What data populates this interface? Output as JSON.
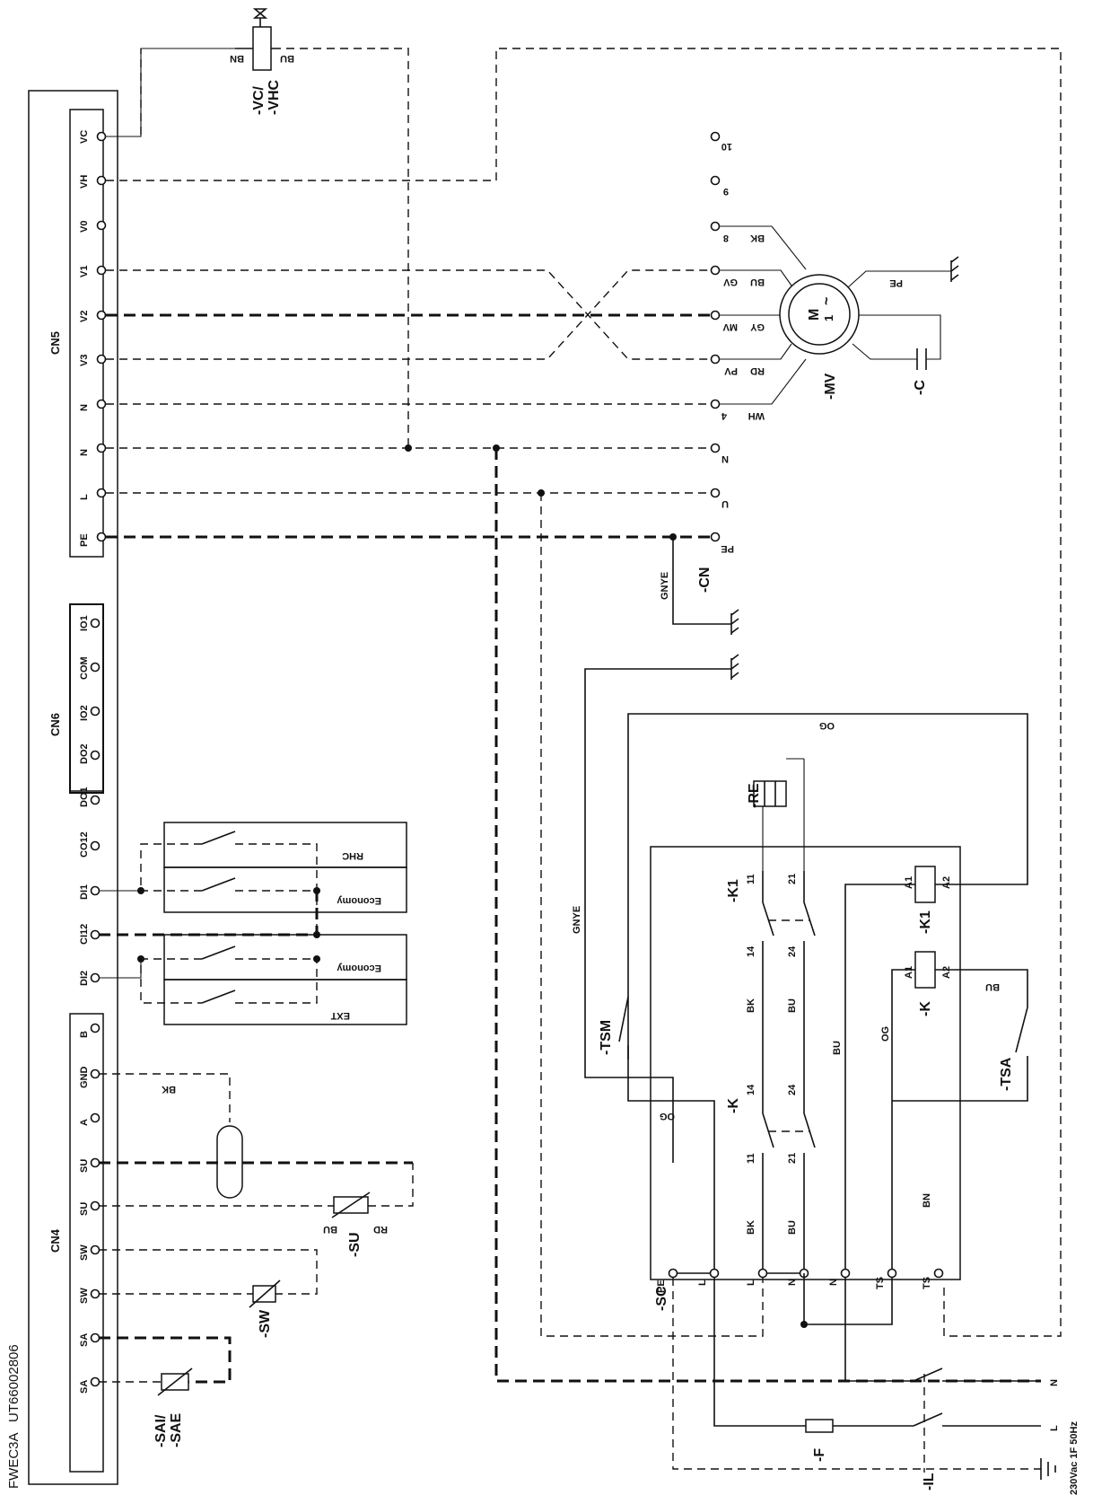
{
  "document": {
    "model": "FWEC3A",
    "code": "UT66002806",
    "supply": "230Vac 1F 50Hz"
  },
  "connectors": {
    "cn5": {
      "name": "CN5",
      "pins": [
        "VC",
        "VH",
        "V0",
        "V1",
        "V2",
        "V3",
        "N",
        "N",
        "L",
        "PE"
      ]
    },
    "cn6": {
      "name": "CN6",
      "pins": [
        "IO1",
        "COM",
        "IO2",
        "DO2",
        "DO1",
        "CO12",
        "DI1",
        "CI12",
        "DI2"
      ]
    },
    "cn4": {
      "name": "CN4",
      "pins": [
        "B",
        "GND",
        "A",
        "SU",
        "SU",
        "SW",
        "SW",
        "SA",
        "SA"
      ]
    }
  },
  "motor": {
    "tag": "-MV",
    "symbol_m": "M",
    "symbol_1": "1",
    "symbol_ac": "~",
    "capacitor_tag": "-C",
    "terminals": [
      "10",
      "9",
      "8",
      "GV",
      "MV",
      "PV",
      "4"
    ],
    "wire_colors": [
      "BK",
      "BU",
      "GY",
      "RD",
      "WH"
    ],
    "pe": "PE"
  },
  "terminal_block_cn": {
    "tag": "-CN",
    "terminals": [
      "N",
      "U",
      "PE"
    ],
    "ground_wire": "GNYE"
  },
  "valve": {
    "tag1": "-VC/",
    "tag2": "-VHC",
    "wire_bn": "BN",
    "wire_bu": "BU"
  },
  "contacts": {
    "rhc": "RHC",
    "economy1": "Economy",
    "economy2": "Economy",
    "ext": "EXT"
  },
  "sensors": {
    "su_tag": "-SU",
    "su_rd": "RD",
    "su_bu": "BU",
    "gnd_bk": "BK",
    "sw_tag": "-SW",
    "sa_tag1": "-SAI/",
    "sa_tag2": "-SAE"
  },
  "power_module": {
    "tag": "-SC",
    "terminals": [
      "PE",
      "L",
      "L",
      "N",
      "N",
      "TS",
      "TS"
    ],
    "wires": {
      "bk1": "BK",
      "bk2": "BK",
      "bu1": "BU",
      "bu2": "BU",
      "bu3": "BU",
      "bu4": "BU",
      "og1": "OG",
      "og2": "OG",
      "og3": "OG",
      "bn": "BN",
      "gnye": "GNYE"
    },
    "relay_k1": {
      "tag": "-K1",
      "coil_tag": "-K1",
      "contacts": [
        "11",
        "21",
        "14",
        "24"
      ],
      "coil": [
        "A1",
        "A2"
      ]
    },
    "relay_k": {
      "tag": "-K",
      "coil_tag": "-K",
      "contacts": [
        "11",
        "21",
        "14",
        "24"
      ],
      "coil": [
        "A1",
        "A2"
      ]
    },
    "heater": "-RE",
    "tsm": "-TSM",
    "tsa": "-TSA"
  },
  "mains": {
    "fuse": "-F",
    "switch": "-IL",
    "n": "N",
    "l": "L"
  }
}
